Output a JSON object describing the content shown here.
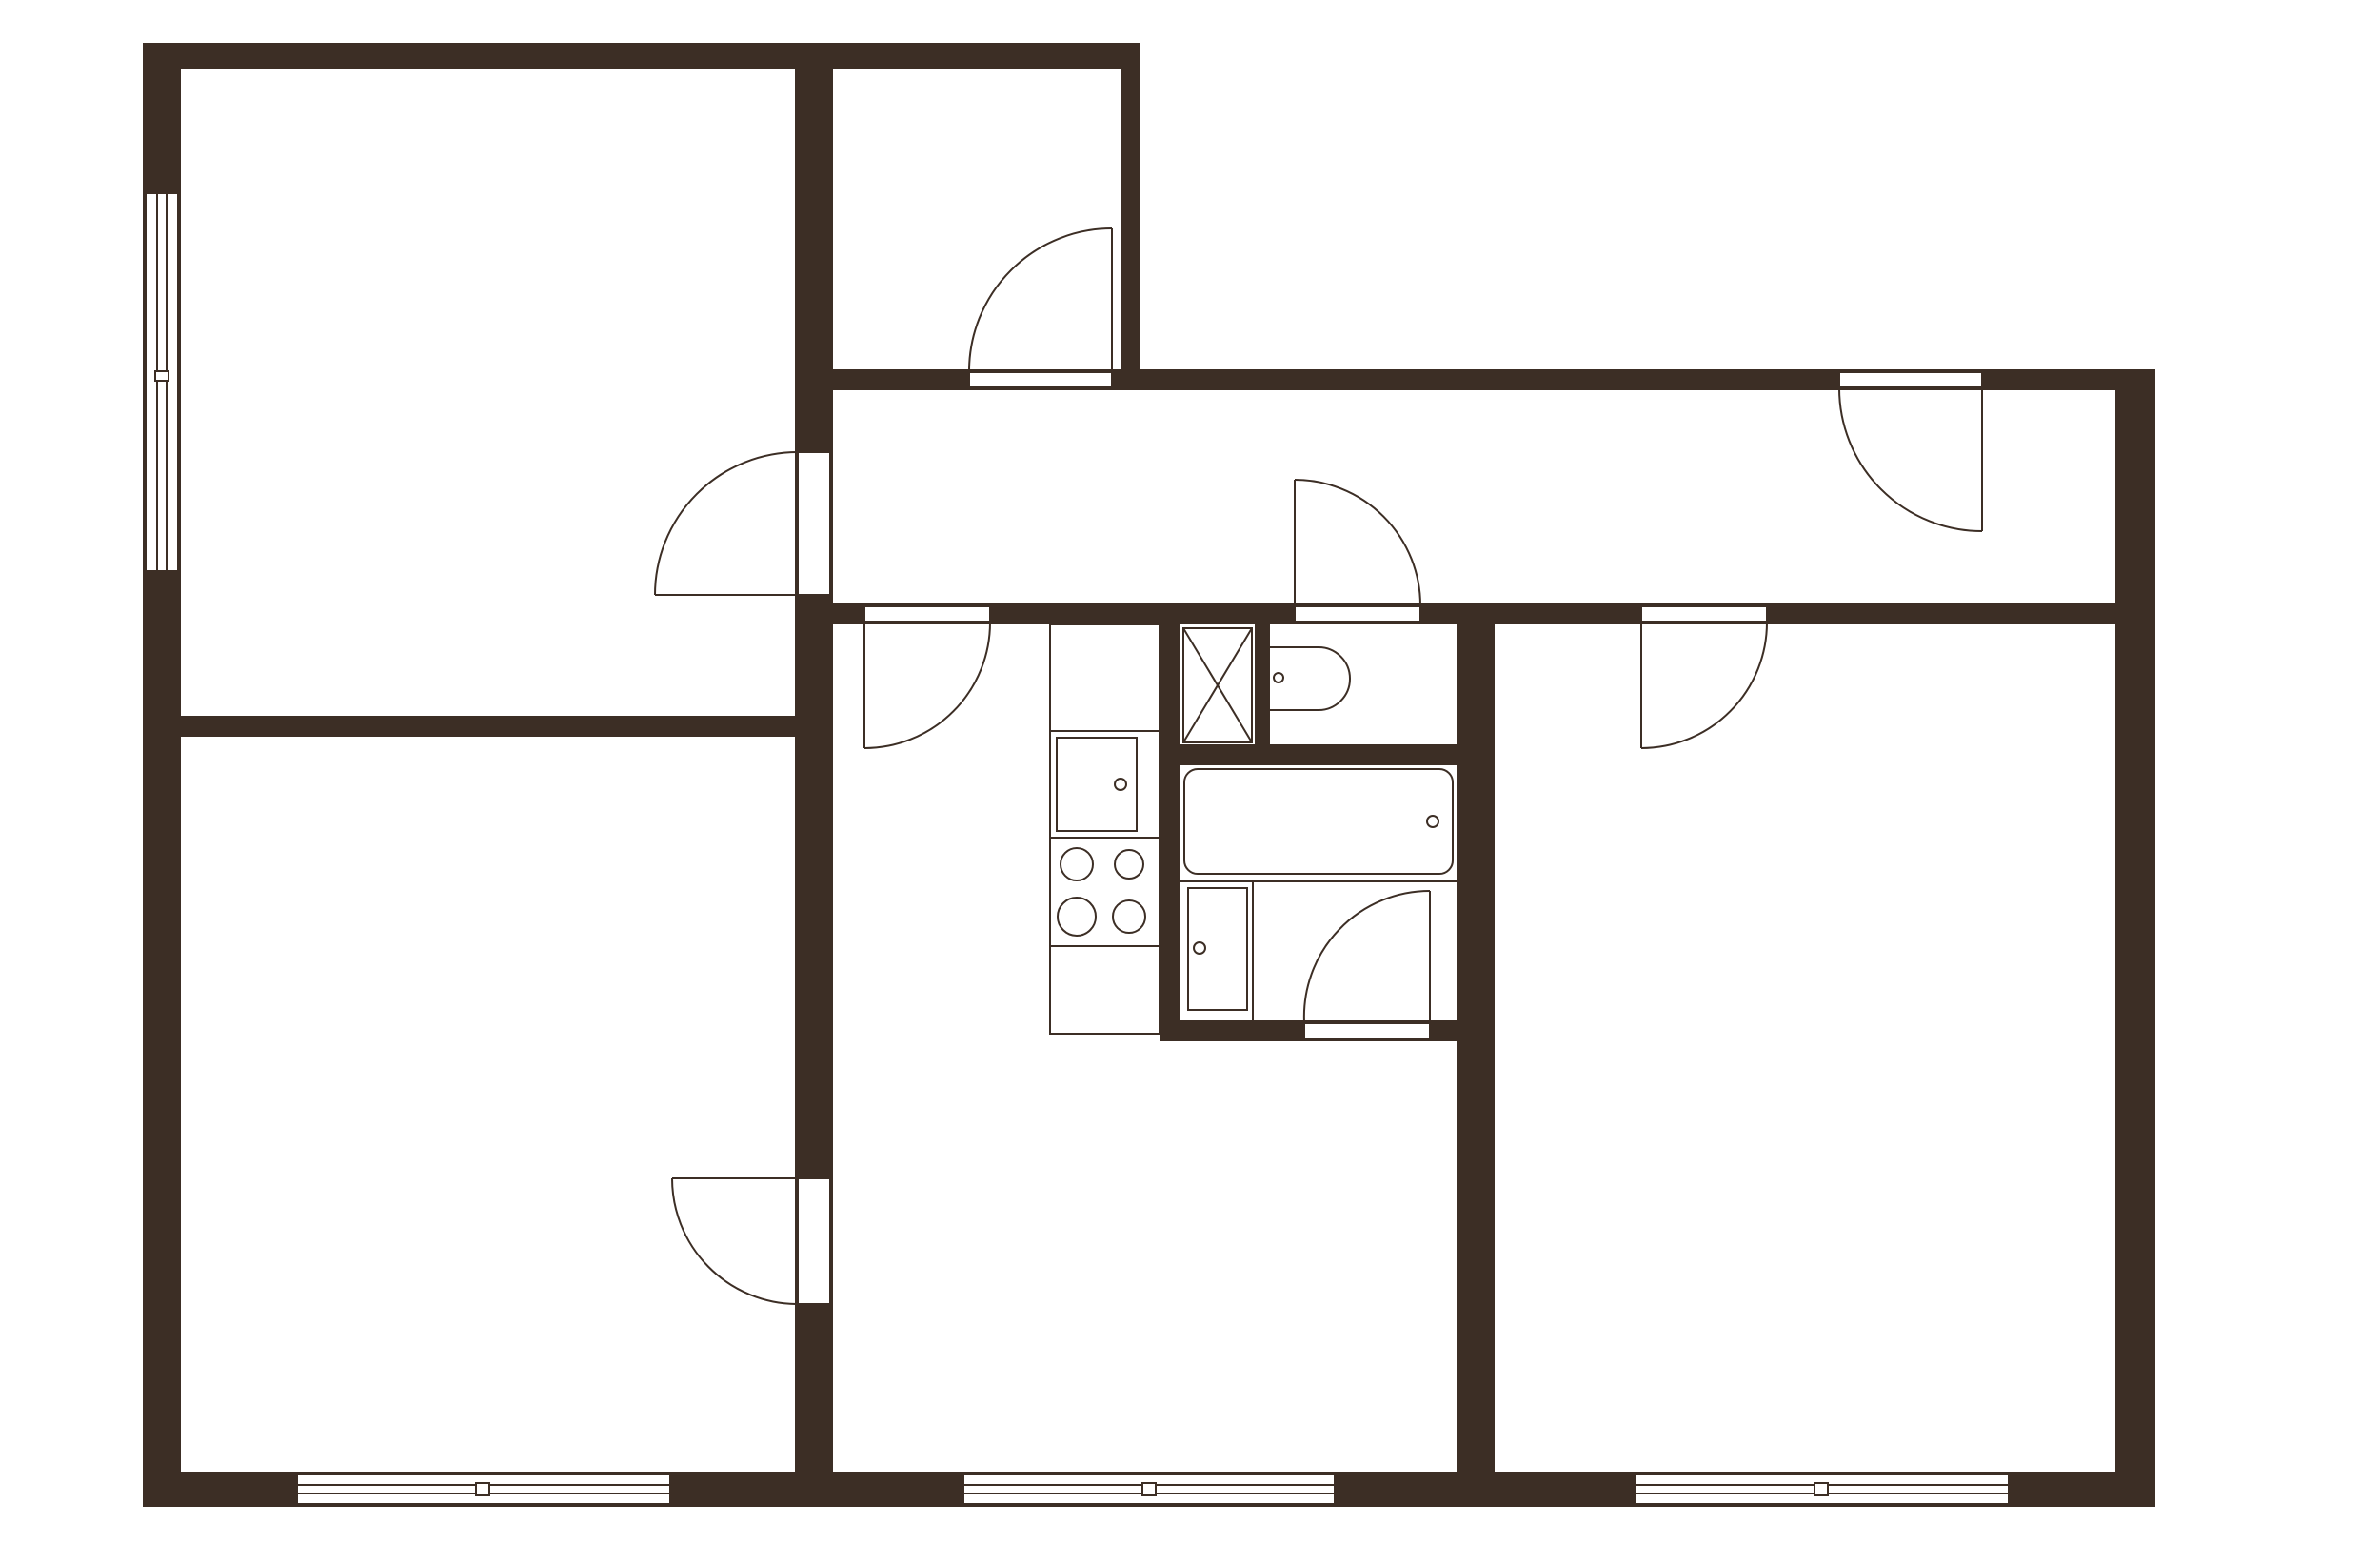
{
  "floor_plan": {
    "colors": {
      "wall": "#3c2e25",
      "line": "#3c2e25",
      "background": "#ffffff",
      "window": "#ffffff"
    },
    "rooms": [
      "room-top-left",
      "room-bottom-left",
      "room-storage",
      "hallway",
      "kitchen",
      "shower-closet",
      "toilet",
      "bathroom",
      "room-right"
    ],
    "doors": [
      "door-storage",
      "door-top-left-room",
      "door-entrance",
      "door-toilet",
      "door-kitchen",
      "door-right-room",
      "door-bottom-left-room",
      "door-bathroom"
    ],
    "fixtures": [
      "kitchen-sink",
      "stove",
      "shower-tray",
      "toilet-bowl",
      "bathtub",
      "washbasin"
    ],
    "windows": [
      "window-left-wall",
      "window-bottom-left",
      "window-bottom-middle",
      "window-bottom-right"
    ]
  }
}
